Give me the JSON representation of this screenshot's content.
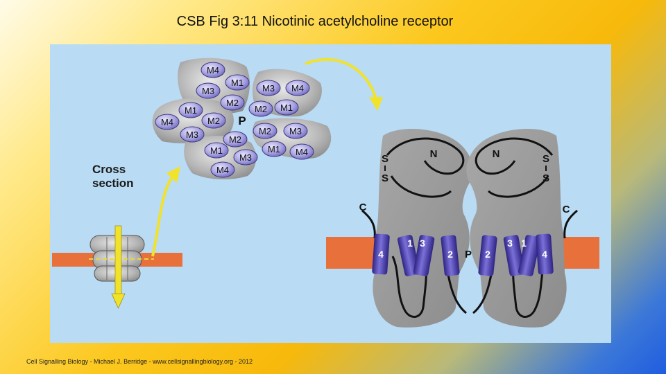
{
  "slide": {
    "title": "CSB Fig 3:11 Nicotinic acetylcholine receptor",
    "footer": "Cell Signalling Biology - Michael J. Berridge - www.cellsignallingbiology.org - 2012"
  },
  "cross_section": {
    "label_line1": "Cross",
    "label_line2": "section",
    "pore_label": "P",
    "helices": [
      {
        "text": "M4"
      },
      {
        "text": "M1"
      },
      {
        "text": "M3"
      },
      {
        "text": "M2"
      },
      {
        "text": "M3"
      },
      {
        "text": "M4"
      },
      {
        "text": "M1"
      },
      {
        "text": "M2"
      },
      {
        "text": "M1"
      },
      {
        "text": "M4"
      },
      {
        "text": "M2"
      },
      {
        "text": "M3"
      },
      {
        "text": "M2"
      },
      {
        "text": "M3"
      },
      {
        "text": "M2"
      },
      {
        "text": "M1"
      },
      {
        "text": "M1"
      },
      {
        "text": "M4"
      },
      {
        "text": "M3"
      },
      {
        "text": "M4"
      }
    ]
  },
  "subunits": {
    "left": {
      "n_terminal": "N",
      "c_terminal": "C",
      "disulfide_s1": "S",
      "disulfide_s2": "S",
      "helix_1": "1",
      "helix_2": "2",
      "helix_3": "3",
      "helix_4": "4"
    },
    "right": {
      "n_terminal": "N",
      "c_terminal": "C",
      "disulfide_s1": "S",
      "disulfide_s2": "S",
      "helix_1": "1",
      "helix_2": "2",
      "helix_3": "3",
      "helix_4": "4"
    },
    "pore_label": "P"
  },
  "colors": {
    "membrane": "#e8703a",
    "helix": "#5a4ab0",
    "helix_label": "#ffffff",
    "protein": "#9a9a9a",
    "arrow": "#f1e22a",
    "panel": "#b9dbf4"
  }
}
